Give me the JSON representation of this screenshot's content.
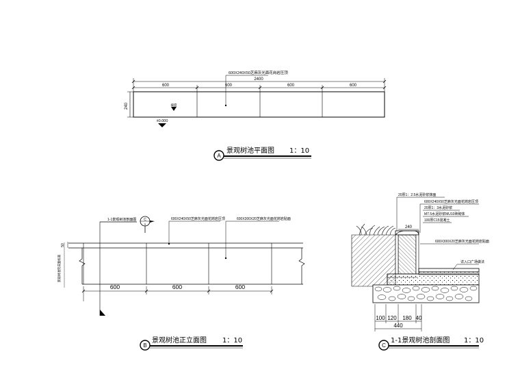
{
  "plan": {
    "title": "景观树池平面图",
    "scale": "1：10",
    "marker": "A",
    "overall_dim": "2400",
    "seg_dims": [
      "600",
      "600",
      "600",
      "600"
    ],
    "side_dim": "240",
    "material_note": "600X240X50芝麻灰光面花岗岩压顶",
    "level": "±0.000",
    "slope_note": "坡度"
  },
  "elevation": {
    "title": "景观树池正立面图",
    "scale": "1：10",
    "marker": "B",
    "seg_dims": [
      "600",
      "600",
      "600"
    ],
    "side_dim": "50",
    "section_ref": "1-1景观树池剖面图",
    "cut_mark": "C",
    "cut_sub": "1",
    "note_top": "600X240X50芝麻灰光面花岗岩压顶",
    "note_face": "600X300X20芝麻灰光面花岗岩贴面",
    "left_note": "景观树池完成面标高"
  },
  "section": {
    "title": "1-1景观树池剖面图",
    "scale": "1：10",
    "marker": "C",
    "layers": [
      "20厚1：2.5水泥砂浆抹面",
      "600X240X50芝麻灰光面花岗岩压顶",
      "20厚1：3水泥砂浆",
      "M7.5水泥砂浆MU10砖砌体",
      "100厚C15混凝土"
    ],
    "top_dim": "240",
    "face_note": "600X300X20芝麻灰光面花岗岩贴面",
    "paving_note": "详入口广场做法",
    "bottom_dims": [
      "100",
      "120",
      "180",
      "40"
    ],
    "total_dim": "440"
  }
}
